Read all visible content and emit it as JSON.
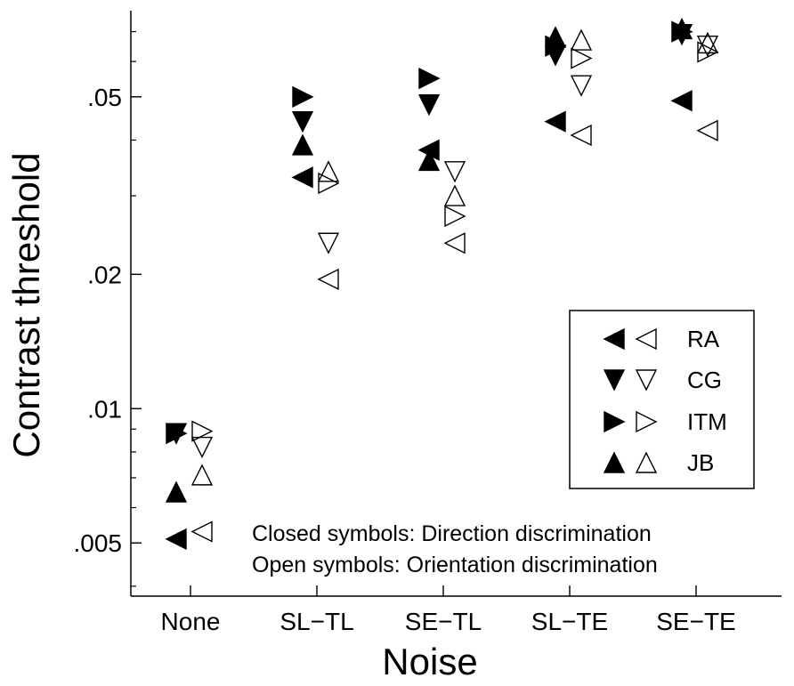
{
  "chart_data": {
    "type": "scatter",
    "title": "",
    "xlabel": "Noise",
    "ylabel": "Contrast threshold",
    "categories": [
      "None",
      "SL−TL",
      "SE−TL",
      "SL−TE",
      "SE−TE"
    ],
    "yscale": "log",
    "ylim": [
      0.0038,
      0.078
    ],
    "yticks": [
      {
        "value": 0.005,
        "label": ".005"
      },
      {
        "value": 0.01,
        "label": ".01"
      },
      {
        "value": 0.02,
        "label": ".02"
      },
      {
        "value": 0.05,
        "label": ".05"
      }
    ],
    "grid": false,
    "legend_position": "right",
    "legend": [
      {
        "name": "RA",
        "marker": "triangle-left"
      },
      {
        "name": "CG",
        "marker": "triangle-down"
      },
      {
        "name": "ITM",
        "marker": "triangle-right"
      },
      {
        "name": "JB",
        "marker": "triangle-up"
      }
    ],
    "annotations": [
      "Closed symbols: Direction discrimination",
      "Open symbols: Orientation discrimination"
    ],
    "series": [
      {
        "name": "RA",
        "marker": "triangle-left",
        "filled": true,
        "values": [
          0.0051,
          0.033,
          0.038,
          0.044,
          0.049
        ]
      },
      {
        "name": "RA",
        "marker": "triangle-left",
        "filled": false,
        "values": [
          0.0053,
          0.0195,
          0.0235,
          0.041,
          0.042
        ]
      },
      {
        "name": "CG",
        "marker": "triangle-down",
        "filled": true,
        "values": [
          0.0088,
          0.044,
          0.048,
          0.062,
          0.069
        ]
      },
      {
        "name": "CG",
        "marker": "triangle-down",
        "filled": false,
        "values": [
          0.0082,
          0.0235,
          0.034,
          0.053,
          0.065
        ]
      },
      {
        "name": "ITM",
        "marker": "triangle-right",
        "filled": true,
        "values": [
          0.0088,
          0.05,
          0.055,
          0.065,
          0.07
        ]
      },
      {
        "name": "ITM",
        "marker": "triangle-right",
        "filled": false,
        "values": [
          0.0089,
          0.032,
          0.027,
          0.061,
          0.063
        ]
      },
      {
        "name": "JB",
        "marker": "triangle-up",
        "filled": true,
        "values": [
          0.0065,
          0.039,
          0.036,
          0.068,
          0.071
        ]
      },
      {
        "name": "JB",
        "marker": "triangle-up",
        "filled": false,
        "values": [
          0.0071,
          0.034,
          0.03,
          0.067,
          0.066
        ]
      }
    ]
  }
}
